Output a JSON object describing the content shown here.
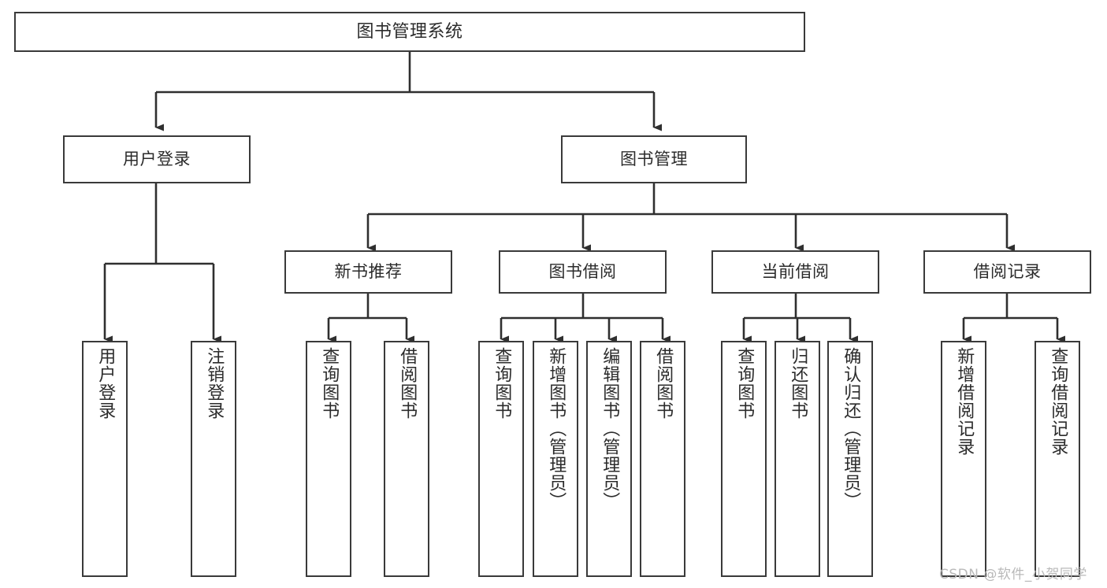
{
  "diagram": {
    "title": "图书管理系统",
    "type": "tree-hierarchy-chart",
    "watermark": "CSDN @软件_小贺同学",
    "accent_color": "#3a3a3a",
    "background_color": "#ffffff",
    "nodes": {
      "root": {
        "label": "图书管理系统"
      },
      "level2": [
        {
          "id": "user-login",
          "label": "用户登录"
        },
        {
          "id": "book-manage",
          "label": "图书管理"
        }
      ],
      "level3": [
        {
          "id": "new-book-recommend",
          "label": "新书推荐"
        },
        {
          "id": "book-borrow",
          "label": "图书借阅"
        },
        {
          "id": "current-borrow",
          "label": "当前借阅"
        },
        {
          "id": "borrow-record",
          "label": "借阅记录"
        }
      ],
      "leaves": {
        "user_login": [
          {
            "id": "leaf-user-login",
            "label": "用户登录"
          },
          {
            "id": "leaf-logout-login",
            "label": "注销登录"
          }
        ],
        "new_book_recommend": [
          {
            "id": "leaf-query-book-1",
            "label": "查询图书"
          },
          {
            "id": "leaf-borrow-book-1",
            "label": "借阅图书"
          }
        ],
        "book_borrow": [
          {
            "id": "leaf-query-book-2",
            "label": "查询图书"
          },
          {
            "id": "leaf-add-book",
            "label": "新增图书（管理员）"
          },
          {
            "id": "leaf-edit-book",
            "label": "编辑图书（管理员）"
          },
          {
            "id": "leaf-borrow-book-2",
            "label": "借阅图书"
          }
        ],
        "current_borrow": [
          {
            "id": "leaf-query-book-3",
            "label": "查询图书"
          },
          {
            "id": "leaf-return-book",
            "label": "归还图书"
          },
          {
            "id": "leaf-confirm-return",
            "label": "确认归还（管理员）"
          }
        ],
        "borrow_record": [
          {
            "id": "leaf-add-record",
            "label": "新增借阅记录"
          },
          {
            "id": "leaf-query-record",
            "label": "查询借阅记录"
          }
        ]
      }
    }
  }
}
